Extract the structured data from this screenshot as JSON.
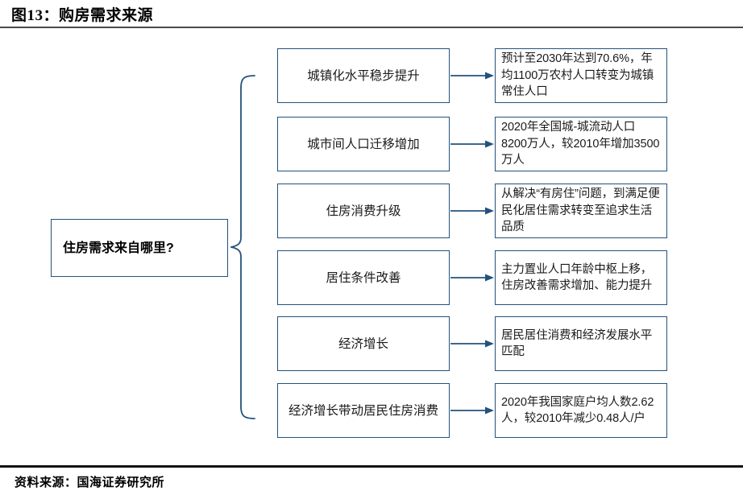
{
  "header": {
    "figure_title": "图13：购房需求来源"
  },
  "footer": {
    "source_note": "资料来源：国海证券研究所"
  },
  "diagram": {
    "root": {
      "label": "住房需求来自哪里?"
    },
    "branch_connector": {
      "icon_name": "curly-brace-connector",
      "color": "#23527c"
    },
    "rows": [
      {
        "cause": "城镇化水平稳步提升",
        "detail": "预计至2030年达到70.6%，年均1100万农村人口转变为城镇常住人口",
        "arrow_icon": "arrow-right-icon"
      },
      {
        "cause": "城市间人口迁移增加",
        "detail": "2020年全国城-城流动人口8200万人，较2010年增加3500万人",
        "arrow_icon": "arrow-right-icon"
      },
      {
        "cause": "住房消费升级",
        "detail": "从解决“有房住”问题，到满足便民化居住需求转变至追求生活品质",
        "arrow_icon": "arrow-right-icon"
      },
      {
        "cause": "居住条件改善",
        "detail": "主力置业人口年龄中枢上移，住房改善需求增加、能力提升",
        "arrow_icon": "arrow-right-icon"
      },
      {
        "cause": "经济增长",
        "detail": "居民居住消费和经济发展水平匹配",
        "arrow_icon": "arrow-right-icon"
      },
      {
        "cause": "经济增长带动居民住房消费",
        "detail": "2020年我国家庭户均人数2.62人，较2010年减少0.48人/户",
        "arrow_icon": "arrow-right-icon"
      }
    ]
  },
  "colors": {
    "box_border": "#23527c",
    "connector": "#23527c",
    "rule": "#4a4a4a",
    "text": "#000000"
  }
}
